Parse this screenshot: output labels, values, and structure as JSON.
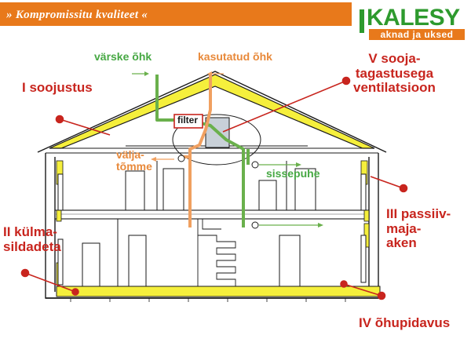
{
  "header": {
    "slogan": "» Kompromissitu kvaliteet «",
    "logo_name": "KALESY",
    "logo_tagline": "aknad ja uksed"
  },
  "labels": {
    "fresh_air": "värske õhk",
    "exhaust_air": "kasutatud õhk",
    "filter": "filter",
    "extract_line1": "välja-",
    "extract_line2": "tõmme",
    "supply": "sissepuhe",
    "insulation": "I soojustus",
    "bridges_line1": "II külma-",
    "bridges_line2": "sildadeta",
    "windows_line1": "III passiiv-",
    "windows_line2": "maja-",
    "windows_line3": "aken",
    "airtight": "IV õhupidavus",
    "ventilation_line1": "V sooja-",
    "ventilation_line2": "tagastusega",
    "ventilation_line3": "ventilatsioon"
  },
  "colors": {
    "accent_orange": "#e8791b",
    "brand_green": "#2e9a2e",
    "label_red": "#c8251e",
    "fresh_green": "#6ab04c",
    "exhaust_orange": "#f0a060",
    "insulation_yellow": "#f5ef3c"
  }
}
